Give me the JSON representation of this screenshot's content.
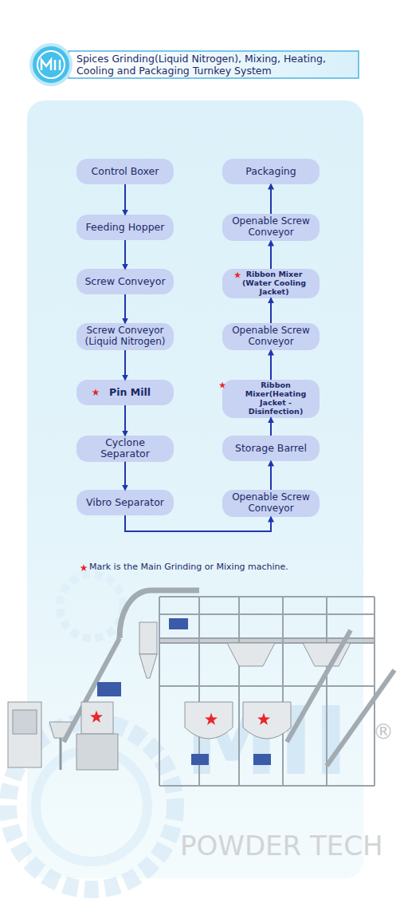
{
  "diagram": {
    "title": "Spices Grinding(Liquid Nitrogen), Mixing, Heating, Cooling and Packaging Turnkey System",
    "nodes": [
      {
        "text": [
          "Control Boxer"
        ]
      },
      {
        "text": [
          "Feeding Hopper"
        ]
      },
      {
        "text": [
          "Screw Conveyor"
        ]
      },
      {
        "text": [
          "Screw Conveyor (Liquid Nitrogen)"
        ]
      },
      {
        "text": [
          "Pin Mill"
        ]
      },
      {
        "text": [
          "Cyclone Separator"
        ]
      },
      {
        "text": [
          "Vibro Separator"
        ]
      },
      {
        "text": [
          "Packaging"
        ]
      },
      {
        "text": [
          "Openable Screw Conveyor"
        ]
      },
      {
        "text": [
          "Ribbon Mixer (Water Cooling Jacket)"
        ]
      },
      {
        "text": [
          "Openable Screw Conveyor"
        ]
      },
      {
        "text": [
          "Ribbon Mixer(Heating Jacket - Disinfection)"
        ]
      },
      {
        "text": [
          "Storage Barrel"
        ]
      },
      {
        "text": [
          "Openable Screw Conveyor"
        ]
      }
    ],
    "edges": [
      {
        "from": 0,
        "to": 1,
        "arrow": "to"
      },
      {
        "from": 1,
        "to": 2,
        "arrow": "to"
      },
      {
        "from": 2,
        "to": 3,
        "arrow": "to"
      },
      {
        "from": 3,
        "to": 4,
        "arrow": "to"
      },
      {
        "from": 4,
        "to": 5,
        "arrow": "to"
      },
      {
        "from": 5,
        "to": 6,
        "arrow": "to"
      },
      {
        "from": 6,
        "to": 13,
        "arrow": "to"
      },
      {
        "from": 13,
        "to": 12,
        "arrow": "to"
      },
      {
        "from": 12,
        "to": 11,
        "arrow": "to"
      },
      {
        "from": 11,
        "to": 10,
        "arrow": "to"
      },
      {
        "from": 10,
        "to": 9,
        "arrow": "to"
      },
      {
        "from": 9,
        "to": 8,
        "arrow": "to"
      },
      {
        "from": 8,
        "to": 7,
        "arrow": "to"
      }
    ],
    "labels": [
      "Mark is the Main Grinding or Mixing machine.",
      "MII",
      "POWDER TECH",
      "®"
    ]
  }
}
